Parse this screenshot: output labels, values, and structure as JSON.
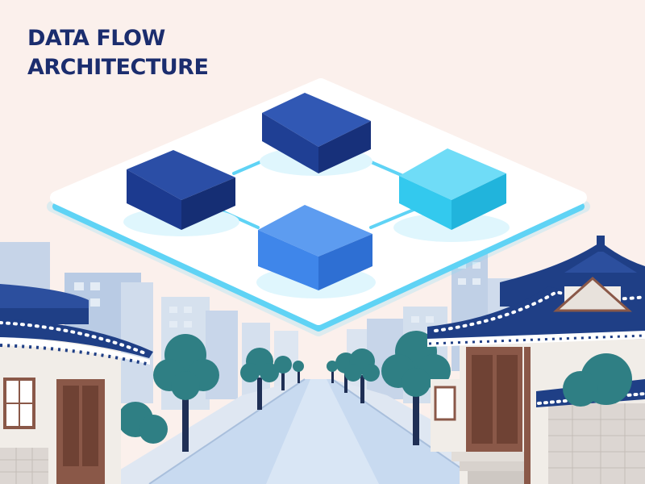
{
  "title": {
    "line1": "DATA FLOW",
    "line2": "ARCHITECTURE"
  },
  "diagram": {
    "nodes": [
      {
        "id": "node-top",
        "color": "#1f3f94"
      },
      {
        "id": "node-left",
        "color": "#1c3a8f"
      },
      {
        "id": "node-right",
        "color": "#33c9ee"
      },
      {
        "id": "node-bottom",
        "color": "#3f86ea"
      }
    ],
    "connections": [
      {
        "from": "node-left",
        "to": "node-top"
      },
      {
        "from": "node-top",
        "to": "node-right"
      },
      {
        "from": "node-left",
        "to": "node-bottom"
      },
      {
        "from": "node-bottom",
        "to": "node-right"
      }
    ],
    "platform_color": "#ffffff",
    "glow_color": "#5fd3f5"
  },
  "colors": {
    "background": "#fbf0ec",
    "roof": "#1f3f86",
    "tree": "#2f7f84",
    "wall": "#f1ede8",
    "wood": "#8a5848",
    "road": "#c8daf0"
  }
}
